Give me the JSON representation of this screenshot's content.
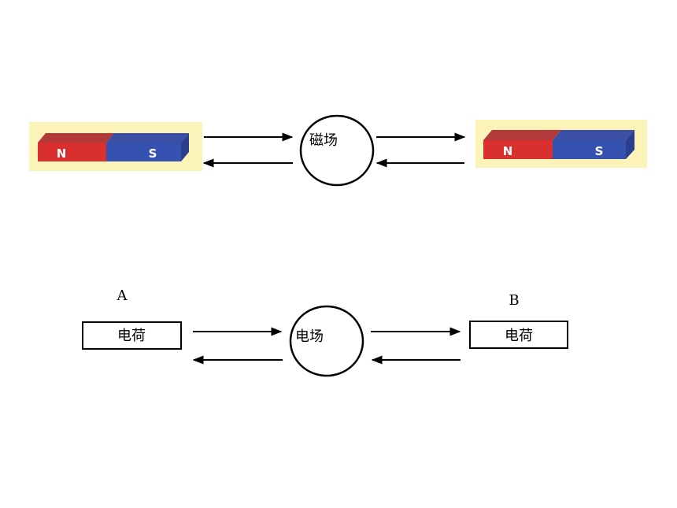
{
  "magnet_row": {
    "field_label": "磁场",
    "left_magnet": {
      "north": "N",
      "south": "S"
    },
    "right_magnet": {
      "north": "N",
      "south": "S"
    }
  },
  "charge_row": {
    "field_label": "电场",
    "label_a": "A",
    "label_b": "B",
    "left_charge": "电荷",
    "right_charge": "电荷"
  },
  "colors": {
    "magnet_background": "#fbf3b8",
    "north_front": "#d92f2f",
    "north_top": "#b23a3a",
    "south_front": "#3652b0",
    "south_top": "#3b4fa4",
    "south_side": "#2c3f8f",
    "stroke": "#000000"
  }
}
